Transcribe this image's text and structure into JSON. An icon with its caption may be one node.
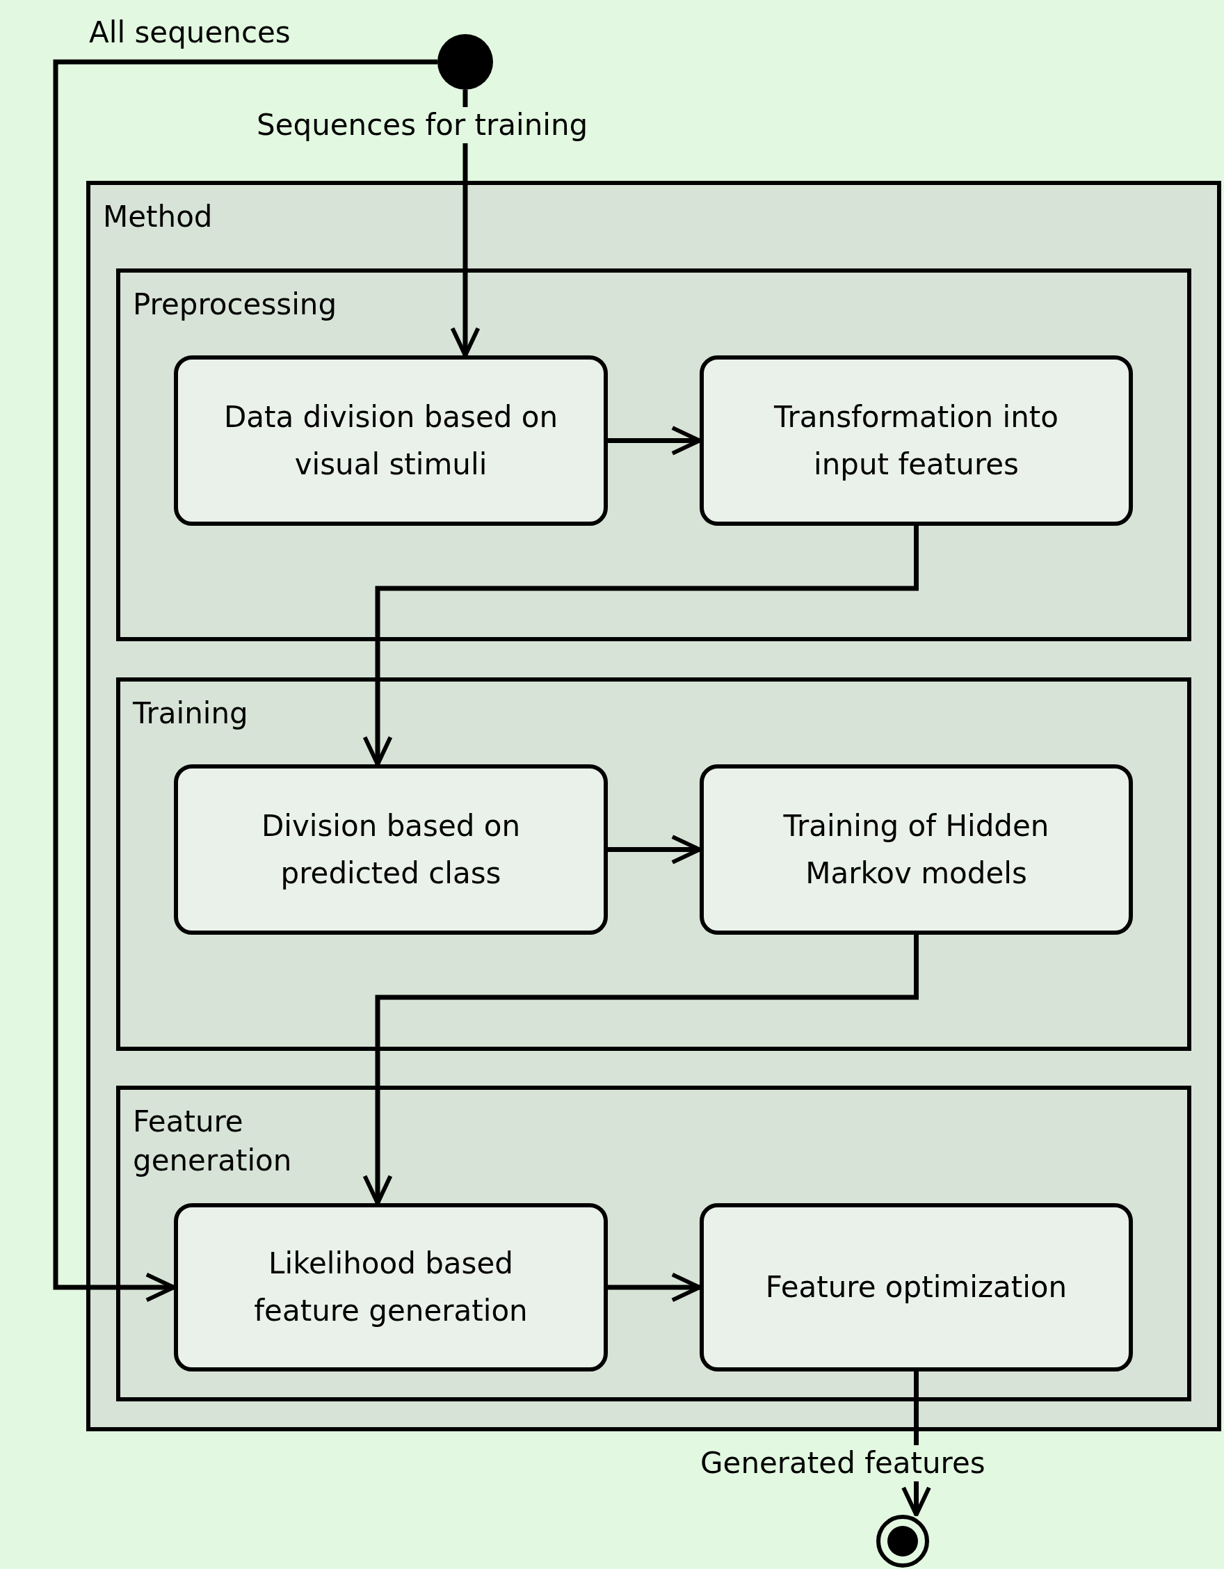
{
  "diagram": {
    "nodes": [
      {
        "text": [],
        "shape": "circle"
      },
      {
        "text": [
          "Method"
        ]
      },
      {
        "text": [
          "Preprocessing"
        ],
        "in": 1
      },
      {
        "text": [
          "Data division based on visual stimuli"
        ],
        "in": 2
      },
      {
        "text": [
          "Transformation into input features"
        ],
        "in": 2
      },
      {
        "text": [
          "Training"
        ],
        "in": 1
      },
      {
        "text": [
          "Division based on predicted class"
        ],
        "in": 5
      },
      {
        "text": [
          "Training of Hidden Markov models"
        ],
        "in": 5
      },
      {
        "text": [
          "Feature generation"
        ],
        "in": 1
      },
      {
        "text": [
          "Likelihood based feature generation"
        ],
        "in": 8
      },
      {
        "text": [
          "Feature optimization"
        ],
        "in": 8
      },
      {
        "text": [],
        "shape": "circle"
      }
    ],
    "edges": [
      {
        "from": 0,
        "to": 3,
        "arrow": "to",
        "label": "Sequences for training"
      },
      {
        "from": 0,
        "to": 9,
        "arrow": "to",
        "label": "All sequences"
      },
      {
        "from": 3,
        "to": 4,
        "arrow": "to"
      },
      {
        "from": 4,
        "to": 6,
        "arrow": "to"
      },
      {
        "from": 6,
        "to": 7,
        "arrow": "to"
      },
      {
        "from": 7,
        "to": 9,
        "arrow": "to"
      },
      {
        "from": 9,
        "to": 10,
        "arrow": "to"
      },
      {
        "from": 10,
        "to": 11,
        "arrow": "to",
        "label": "Generated features"
      }
    ]
  }
}
